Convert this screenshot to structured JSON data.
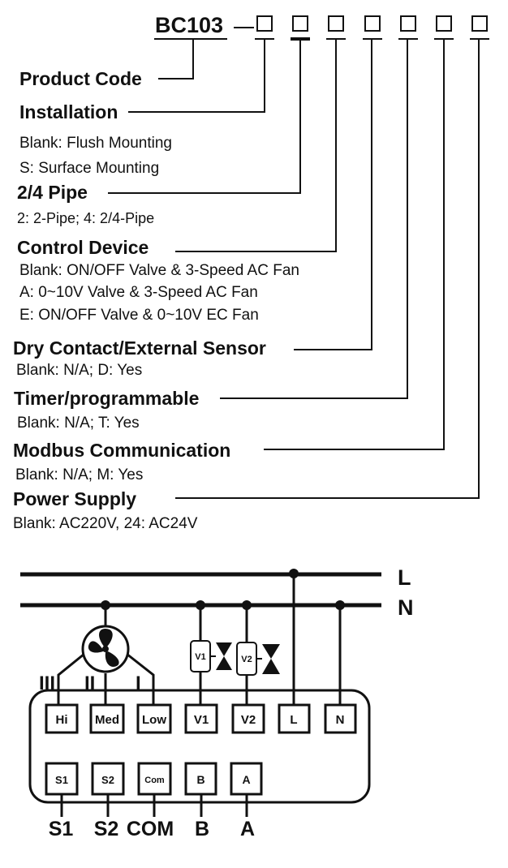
{
  "code": {
    "prefix": "BC103",
    "dash": "—",
    "slot_count": 7
  },
  "sections": [
    {
      "key": "product_code",
      "title": "Product Code",
      "options": []
    },
    {
      "key": "installation",
      "title": "Installation",
      "options": [
        "Blank: Flush Mounting",
        "S: Surface Mounting"
      ]
    },
    {
      "key": "pipe",
      "title": "2/4 Pipe",
      "options": [
        "2: 2-Pipe; 4: 2/4-Pipe"
      ]
    },
    {
      "key": "control",
      "title": "Control Device",
      "options": [
        "Blank: ON/OFF Valve & 3-Speed AC Fan",
        "A: 0~10V Valve & 3-Speed AC Fan",
        "E: ON/OFF Valve & 0~10V EC Fan"
      ]
    },
    {
      "key": "dry_contact",
      "title": "Dry Contact/External Sensor",
      "options": [
        "Blank: N/A; D: Yes"
      ]
    },
    {
      "key": "timer",
      "title": "Timer/programmable",
      "options": [
        "Blank: N/A; T: Yes"
      ]
    },
    {
      "key": "modbus",
      "title": "Modbus Communication",
      "options": [
        "Blank: N/A; M: Yes"
      ]
    },
    {
      "key": "power",
      "title": "Power Supply",
      "options": [
        "Blank: AC220V, 24: AC24V"
      ]
    }
  ],
  "wiring": {
    "bus_labels": {
      "L": "L",
      "N": "N"
    },
    "speed_marks": [
      "III",
      "II",
      "I"
    ],
    "top_terminals": [
      "Hi",
      "Med",
      "Low",
      "V1",
      "V2",
      "L",
      "N"
    ],
    "valve_labels": [
      "V1",
      "V2"
    ],
    "bottom_terminals": [
      "S1",
      "S2",
      "Com",
      "B",
      "A"
    ],
    "bottom_labels": [
      "S1",
      "S2",
      "COM",
      "B",
      "A"
    ],
    "fan_icon": "fan-icon",
    "valve_icon": "valve-icon"
  }
}
